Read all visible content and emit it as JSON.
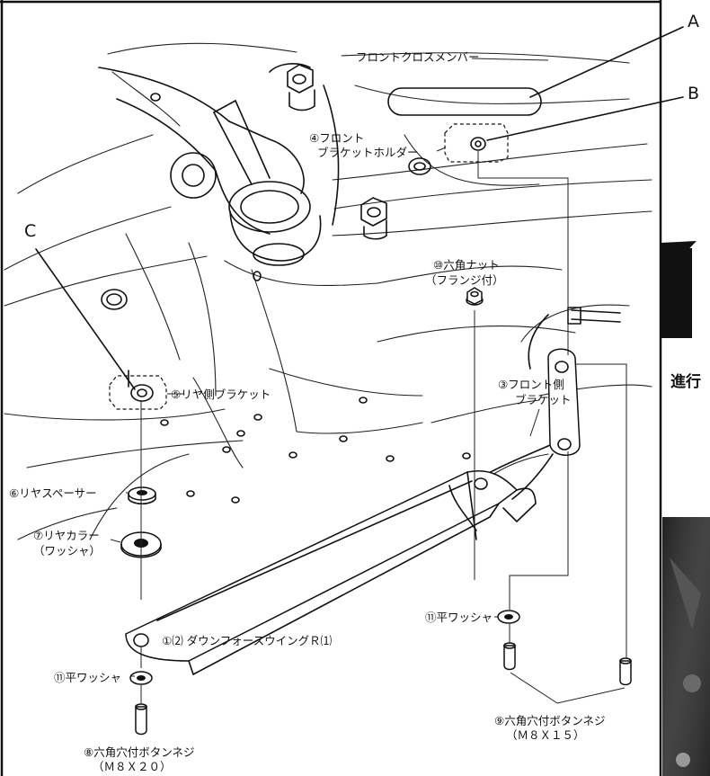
{
  "callouts": {
    "a": "A",
    "b": "B",
    "c": "C"
  },
  "labels": {
    "front_cross_member": "フロントクロスメンバー",
    "front_bracket_holder_1": "④フロント",
    "front_bracket_holder_2": "ブラケットホルダー",
    "hex_nut_1": "⑩六角ナット",
    "hex_nut_2": "（フランジ付）",
    "rear_bracket": "⑤リヤ側ブラケット",
    "front_bracket_1": "③フロント側",
    "front_bracket_2": "ブラケット",
    "rear_spacer": "⑥リヤスペーサー",
    "rear_collar_1": "⑦リヤカラー",
    "rear_collar_2": "（ワッシャ）",
    "downforce_wing": "①⑵ ダウンフォースウイングＲ⑴",
    "flat_washer_right": "⑪平ワッシャ",
    "flat_washer_left": "⑪平ワッシャ",
    "button_screw_short_1": "⑨六角穴付ボタンネジ",
    "button_screw_short_2": "（Ｍ８Ｘ１５）",
    "button_screw_long_1": "⑧六角穴付ボタンネジ",
    "button_screw_long_2": "（Ｍ８Ｘ２０）",
    "direction": "進行"
  },
  "photo": {
    "description_icon": "photo-inset"
  }
}
